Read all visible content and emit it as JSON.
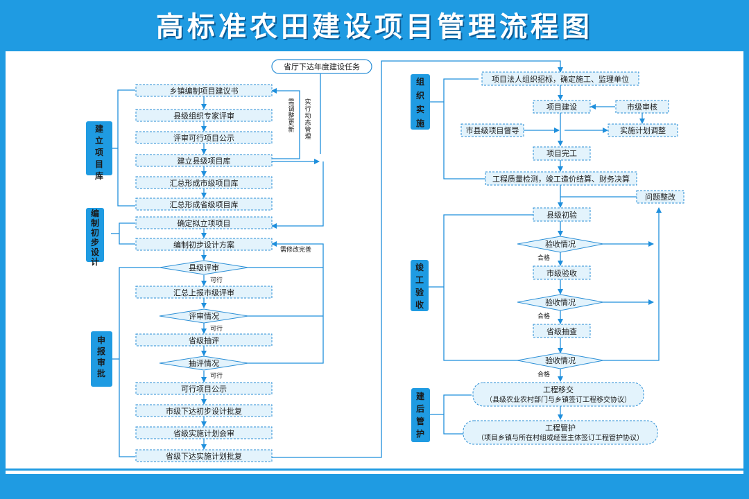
{
  "title": "高标准农田建设项目管理流程图",
  "colors": {
    "banner": "#1f9be2",
    "box_fill": "#e3f3fc",
    "box_stroke": "#2b8fd6",
    "line": "#1f8fdc",
    "section_fill": "#1f9be2"
  },
  "left": {
    "top_note": "省厅下达年度建设任务",
    "sections": [
      "建立项目库",
      "编制初步设计",
      "申报审批"
    ],
    "steps": {
      "s1": "乡镇编制项目建议书",
      "s2": "县级组织专家评审",
      "s3": "评审可行项目公示",
      "s4": "建立县级项目库",
      "s5": "汇总形成市级项目库",
      "s6": "汇总形成省级项目库",
      "s7": "确定拟立项项目",
      "s8": "编制初步设计方案",
      "d1": "县级评审",
      "s9": "汇总上报市级评审",
      "d2": "评审情况",
      "s10": "省级抽评",
      "d3": "抽评情况",
      "s11": "可行项目公示",
      "s12": "市级下达初步设计批复",
      "s13": "省级实施计划会审",
      "s14": "省级下达实施计划批复"
    },
    "labels": {
      "pass1": "可行",
      "pass2": "可行",
      "pass3": "可行",
      "revise": "需修改完善",
      "adjust": "需调整更新",
      "dynamic": "实行动态管理"
    }
  },
  "right": {
    "sections": [
      "组织实施",
      "竣工验收",
      "建后管护"
    ],
    "steps": {
      "r1": "项目法人组织招标，确定施工、监理单位",
      "r2": "项目建设",
      "r3": "市级审核",
      "r4": "市县级项目督导",
      "r5": "实施计划调整",
      "r6": "项目完工",
      "r7": "工程质量检测，竣工造价结算、财务决算",
      "r8": "问题整改",
      "r9": "县级初验",
      "d4": "验收情况",
      "r10": "市级验收",
      "d5": "验收情况",
      "r11": "省级抽查",
      "d6": "验收情况",
      "r12a": "工程移交",
      "r12b": "（县级农业农村部门与乡镇签订工程移交协议）",
      "r13a": "工程管护",
      "r13b": "（项目乡镇与所在村组或经营主体签订工程管护协议）"
    },
    "labels": {
      "ok1": "合格",
      "ok2": "合格",
      "ok3": "合格"
    }
  }
}
